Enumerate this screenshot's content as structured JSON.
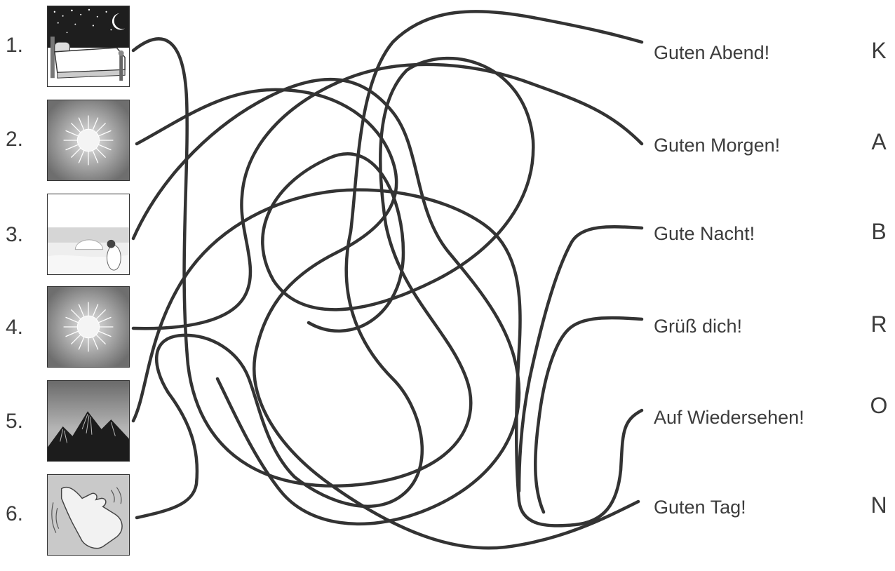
{
  "rows": [
    {
      "number": "1.",
      "picture": "night-bed-moon-icon",
      "phrase": "Guten Abend!",
      "letter": "K"
    },
    {
      "number": "2.",
      "picture": "sun-icon",
      "phrase": "Guten Morgen!",
      "letter": "A"
    },
    {
      "number": "3.",
      "picture": "sunrise-person-icon",
      "phrase": "Gute Nacht!",
      "letter": "B"
    },
    {
      "number": "4.",
      "picture": "sun-icon",
      "phrase": "Grüß dich!",
      "letter": "R"
    },
    {
      "number": "5.",
      "picture": "mountains-evening-icon",
      "phrase": "Auf Wiedersehen!",
      "letter": "O"
    },
    {
      "number": "6.",
      "picture": "waving-hand-icon",
      "phrase": "Guten Tag!",
      "letter": "N"
    }
  ],
  "colors": {
    "line": "#333333",
    "text": "#3c3c3c",
    "grey": "#8a8a8a"
  }
}
